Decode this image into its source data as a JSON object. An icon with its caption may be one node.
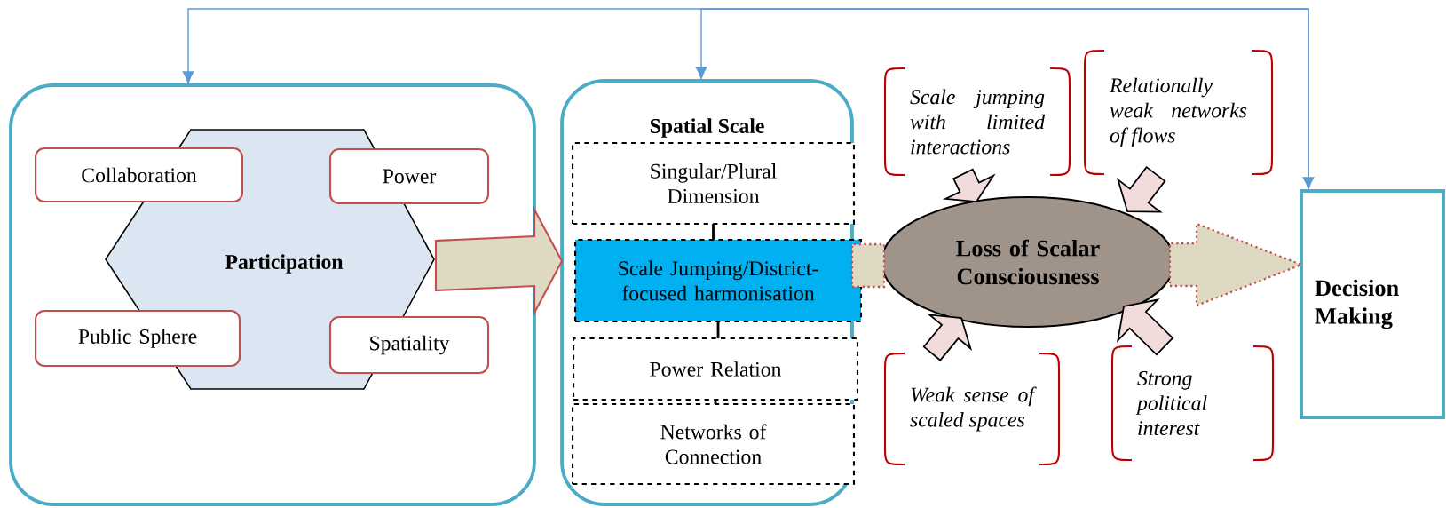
{
  "diagram": {
    "nodes": [
      {
        "text": [],
        "shape": "box"
      },
      {
        "text": [
          "Participation"
        ],
        "in": 0
      },
      {
        "text": [
          "Collaboration"
        ],
        "in": 0
      },
      {
        "text": [
          "Power"
        ],
        "in": 0
      },
      {
        "text": [
          "Public Sphere"
        ],
        "in": 0
      },
      {
        "text": [
          "Spatiality"
        ],
        "in": 0
      },
      {
        "text": [
          "Spatial Scale"
        ]
      },
      {
        "text": [
          "Singular/Plural Dimension"
        ],
        "in": 6
      },
      {
        "text": [
          "Scale Jumping/District-focused harmonisation"
        ],
        "in": 6
      },
      {
        "text": [
          "Power Relation"
        ],
        "in": 6
      },
      {
        "text": [
          "Networks of Connection"
        ],
        "in": 6
      },
      {
        "text": [
          "Loss of Scalar Consciousness"
        ]
      },
      {
        "text": [
          "Scale jumping with limited interactions"
        ]
      },
      {
        "text": [
          "Relationally weak networks of flows"
        ]
      },
      {
        "text": [
          "Weak sense of scaled spaces"
        ]
      },
      {
        "text": [
          "Strong political interest"
        ]
      },
      {
        "text": [
          "Decision Making"
        ]
      }
    ],
    "edges": [
      {
        "from": 1,
        "to": 6,
        "arrow": "to",
        "style": "thick",
        "color": "#ddd9c3"
      },
      {
        "from": 7,
        "to": 8,
        "arrow": "none"
      },
      {
        "from": 8,
        "to": 9,
        "arrow": "none"
      },
      {
        "from": 9,
        "to": 10,
        "arrow": "none"
      },
      {
        "from": 6,
        "to": 11,
        "arrow": "none",
        "style": "thick",
        "color": "#ddd9c3"
      },
      {
        "from": 11,
        "to": 16,
        "arrow": "to",
        "style": "thick",
        "color": "#ddd9c3"
      },
      {
        "from": 12,
        "to": 11,
        "arrow": "to",
        "style": "thick"
      },
      {
        "from": 13,
        "to": 11,
        "arrow": "to",
        "style": "thick"
      },
      {
        "from": 14,
        "to": 11,
        "arrow": "to",
        "style": "thick"
      },
      {
        "from": 15,
        "to": 11,
        "arrow": "to",
        "style": "thick"
      },
      {
        "from": 16,
        "to": 0,
        "arrow": "both",
        "color": "#5b9bd5"
      },
      {
        "from": 16,
        "to": 6,
        "arrow": "to",
        "color": "#5b9bd5"
      }
    ]
  }
}
